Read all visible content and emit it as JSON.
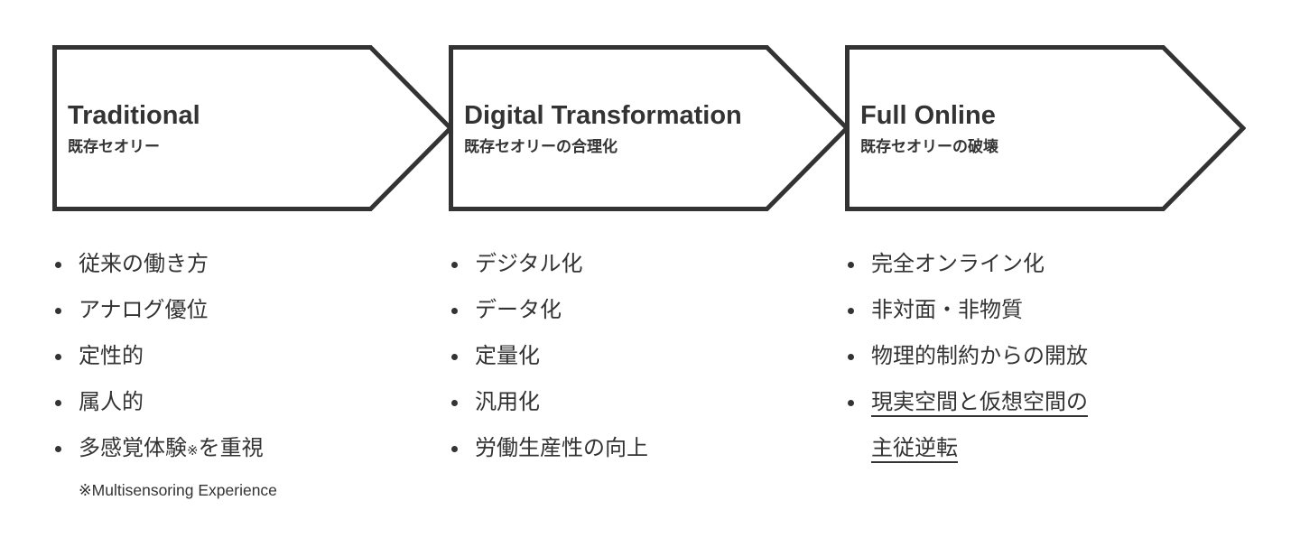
{
  "colors": {
    "background": "#ffffff",
    "border": "#333333",
    "text": "#333333",
    "arrow_fill": "#ffffff"
  },
  "stages": [
    {
      "title": "Traditional",
      "subtitle": "既存セオリー",
      "bullets": [
        {
          "text": "従来の働き方"
        },
        {
          "text": "アナログ優位"
        },
        {
          "text": "定性的"
        },
        {
          "text": "属人的"
        },
        {
          "text_main": "多感覚体験",
          "ref_mark": "※",
          "text_tail": "を重視"
        }
      ],
      "footnote": "※Multisensoring Experience"
    },
    {
      "title": "Digital Transformation",
      "subtitle": "既存セオリーの合理化",
      "bullets": [
        {
          "text": "デジタル化"
        },
        {
          "text": "データ化"
        },
        {
          "text": "定量化"
        },
        {
          "text": "汎用化"
        },
        {
          "text": "労働生産性の向上"
        }
      ]
    },
    {
      "title": "Full Online",
      "subtitle": "既存セオリーの破壊",
      "bullets": [
        {
          "text": "完全オンライン化"
        },
        {
          "text": "非対面・非物質"
        },
        {
          "text": "物理的制約からの開放"
        },
        {
          "underlined_line1": "現実空間と仮想空間の",
          "underlined_line2": "主従逆転"
        }
      ]
    }
  ]
}
